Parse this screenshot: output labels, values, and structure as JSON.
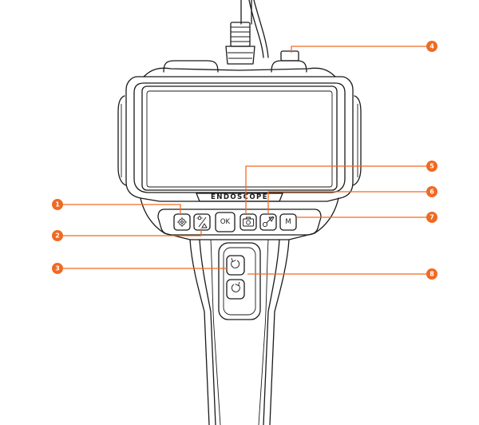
{
  "device": {
    "brand_label": "ENDOSCOPE",
    "ok_button_label": "OK",
    "mode_button_label": "M"
  },
  "icons": {
    "settings": "gear-icon",
    "brightness": "brightness-icon",
    "capture": "camera-icon",
    "zoom": "zoom-icon",
    "rotate_left": "rotate-left-icon",
    "rotate_right": "rotate-right-icon"
  },
  "callouts": [
    {
      "number": "1"
    },
    {
      "number": "2"
    },
    {
      "number": "3"
    },
    {
      "number": "4"
    },
    {
      "number": "5"
    },
    {
      "number": "6"
    },
    {
      "number": "7"
    },
    {
      "number": "8"
    }
  ],
  "colors": {
    "accent": "#f06a23",
    "outline": "#1a1a1a",
    "background": "#ffffff"
  }
}
